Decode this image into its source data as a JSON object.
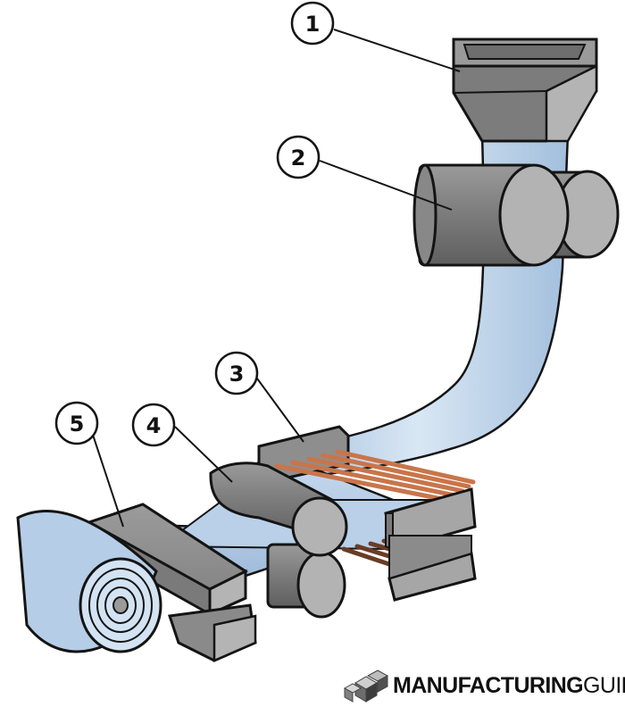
{
  "diagram": {
    "callouts": [
      {
        "id": "1",
        "label": "1"
      },
      {
        "id": "2",
        "label": "2"
      },
      {
        "id": "3",
        "label": "3"
      },
      {
        "id": "4",
        "label": "4"
      },
      {
        "id": "5",
        "label": "5"
      }
    ]
  },
  "brand": {
    "strong": "MANUFACTURING",
    "light": "GUIDE"
  },
  "colors": {
    "sheet": "#a9c4e0",
    "machine_gray": "#8d8d8d",
    "heater_copper": "#c9754a",
    "outline": "#141414"
  }
}
